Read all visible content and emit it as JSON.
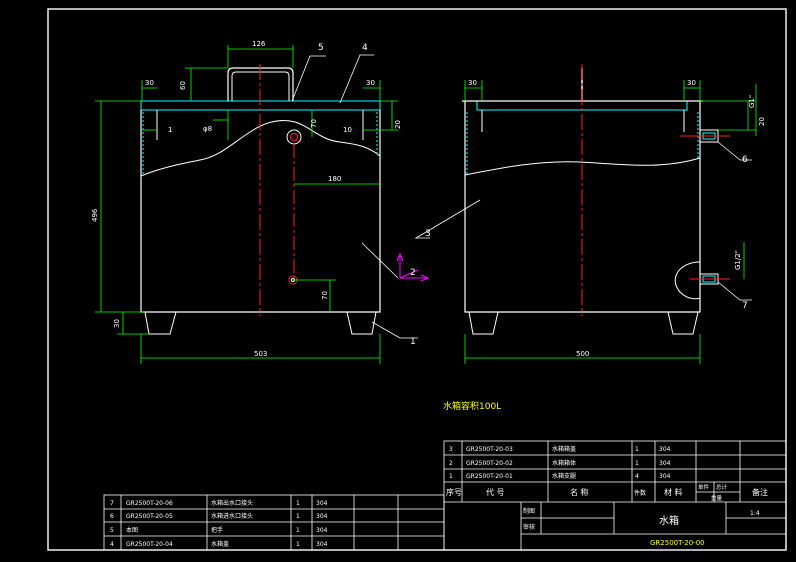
{
  "view": {
    "front_dims": {
      "d126": "126",
      "d5": "5",
      "d4": "4",
      "d30a": "30",
      "d60": "60",
      "d30b": "30",
      "d1a": "1",
      "d8": "φ8",
      "d70a": "70",
      "d10": "10",
      "d20a": "20",
      "d180": "180",
      "d496": "496",
      "d30c": "30",
      "d70b": "70",
      "d503": "503",
      "d2": "2",
      "d3": "3",
      "d1b": "1"
    },
    "side_dims": {
      "d30a": "30",
      "d30b": "30",
      "d20": "20",
      "g1": "G1\"",
      "g12": "G1/2\"",
      "d6": "6",
      "d7": "7",
      "d500": "500"
    },
    "caption": "水箱容积100L"
  },
  "title_block": {
    "parts_right": [
      {
        "no": "3",
        "code": "GR2500T-20-03",
        "name": "水箱箱盖",
        "qty": "1",
        "mat": "304"
      },
      {
        "no": "2",
        "code": "GR2500T-20-02",
        "name": "水箱箱体",
        "qty": "1",
        "mat": "304"
      },
      {
        "no": "1",
        "code": "GR2500T-20-01",
        "name": "水箱支腿",
        "qty": "4",
        "mat": "304"
      }
    ],
    "header_right": {
      "no": "序号",
      "code": "代  号",
      "name": "名  称",
      "qty": "件数",
      "mat": "材  料",
      "unit_w": "单件",
      "total_w": "总计",
      "weight": "重量",
      "remark": "备注"
    },
    "parts_left": [
      {
        "no": "7",
        "code": "GR2500T-20-06",
        "name": "水箱出水口接头",
        "qty": "1",
        "mat": "304"
      },
      {
        "no": "6",
        "code": "GR2500T-20-05",
        "name": "水箱进水口接头",
        "qty": "1",
        "mat": "304"
      },
      {
        "no": "5",
        "code": "本图",
        "name": "把手",
        "qty": "1",
        "mat": "304"
      },
      {
        "no": "4",
        "code": "GR2500T-20-04",
        "name": "水箱盖",
        "qty": "1",
        "mat": "304"
      }
    ],
    "designer_label": "制图",
    "checker_label": "审核",
    "drawing_title": "水箱",
    "scale": "1:4",
    "drawing_number": "GR2500T-20-00"
  }
}
